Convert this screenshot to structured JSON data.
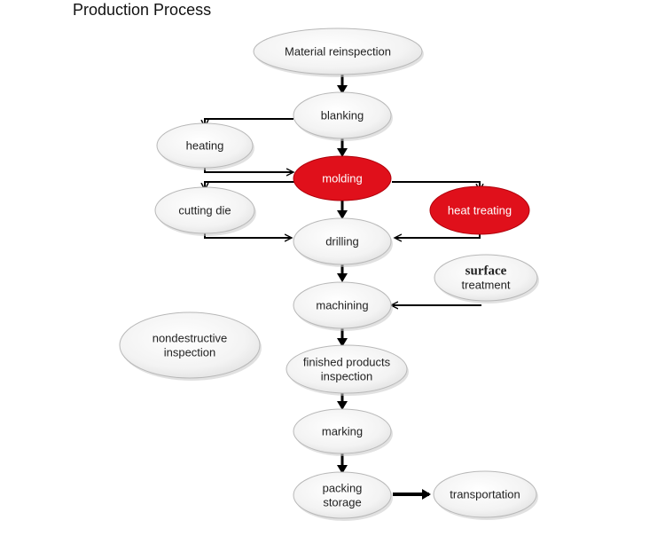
{
  "title": "Production Process",
  "colors": {
    "node_fill": "#f4f4f4",
    "node_border": "#b8b8b8",
    "highlight": "#e0101b",
    "arrow": "#000000",
    "text": "#222222"
  },
  "nodes": [
    {
      "id": "material-reinspection",
      "lines": [
        "Material   reinspection"
      ],
      "highlight": false
    },
    {
      "id": "blanking",
      "lines": [
        "blanking"
      ],
      "highlight": false
    },
    {
      "id": "heating",
      "lines": [
        "heating"
      ],
      "highlight": false
    },
    {
      "id": "molding",
      "lines": [
        "molding"
      ],
      "highlight": true
    },
    {
      "id": "cutting-die",
      "lines": [
        "cutting die"
      ],
      "highlight": false
    },
    {
      "id": "heat-treating",
      "lines": [
        "heat treating"
      ],
      "highlight": true
    },
    {
      "id": "drilling",
      "lines": [
        "drilling"
      ],
      "highlight": false
    },
    {
      "id": "surface-treatment",
      "lines": [
        "surface",
        "treatment"
      ],
      "highlight": false
    },
    {
      "id": "machining",
      "lines": [
        "machining"
      ],
      "highlight": false
    },
    {
      "id": "nondestructive-inspection",
      "lines": [
        "nondestructive",
        "inspection"
      ],
      "highlight": false
    },
    {
      "id": "finished-products-inspection",
      "lines": [
        "finished products",
        "inspection"
      ],
      "highlight": false
    },
    {
      "id": "marking",
      "lines": [
        "marking"
      ],
      "highlight": false
    },
    {
      "id": "packing-storage",
      "lines": [
        "packing",
        "storage"
      ],
      "highlight": false
    },
    {
      "id": "transportation",
      "lines": [
        "transportation"
      ],
      "highlight": false
    }
  ]
}
